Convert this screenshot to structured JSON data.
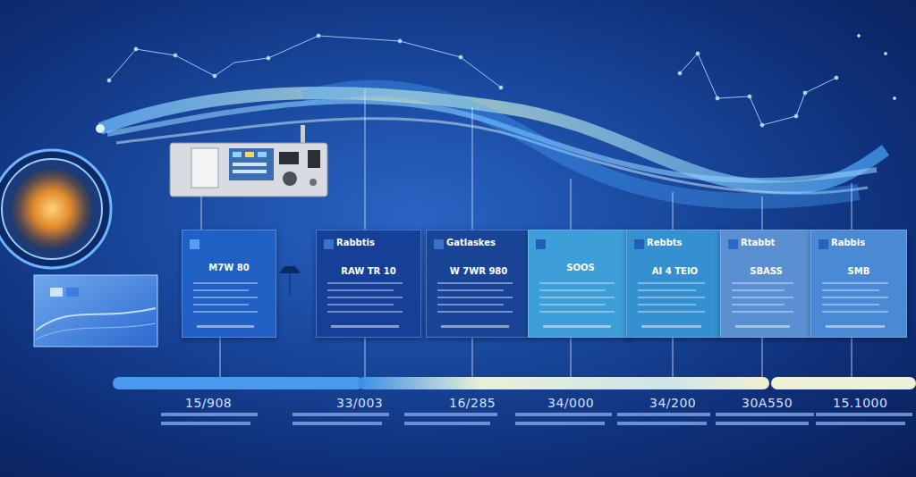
{
  "diagram": {
    "nodes": [
      {
        "text": [
          "M7W 80"
        ]
      },
      {
        "text": [
          "Rabbtis",
          "RAW TR 10"
        ]
      },
      {
        "text": [
          "Gatlaskes",
          "W 7WR 980"
        ]
      },
      {
        "text": [
          "SOOS"
        ]
      },
      {
        "text": [
          "Rebbts",
          "AI 4 TEIO"
        ]
      },
      {
        "text": [
          "Rtabbt",
          "SBASS"
        ]
      },
      {
        "text": [
          "Rabbis",
          "SMB"
        ]
      }
    ],
    "labels": [
      "15/908",
      "33/003",
      "16/285",
      "34/000",
      "34/200",
      "30A550",
      "15.1000"
    ]
  }
}
